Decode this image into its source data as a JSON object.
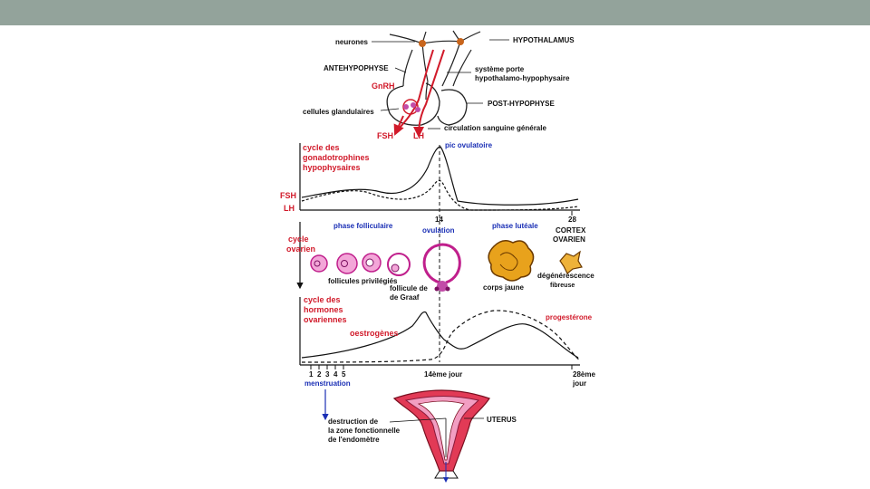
{
  "colors": {
    "top_bar": "#93a39b",
    "red": "#d11a2a",
    "blue": "#1a2fb5",
    "pink": "#e23aa0",
    "corps_jaune": "#e8a21c"
  },
  "hypothalamus_panel": {
    "neurones": "neurones",
    "hypothalamus": "HYPOTHALAMUS",
    "antehypophyse": "ANTEHYPOPHYSE",
    "systeme_porte_1": "système porte",
    "systeme_porte_2": "hypothalamo-hypophysaire",
    "gnrh": "GnRH",
    "post_hypophyse": "POST-HYPOPHYSE",
    "cellules_glandulaires": "cellules glandulaires",
    "circulation": "circulation sanguine générale",
    "fsh": "FSH",
    "lh": "LH"
  },
  "gonado_panel": {
    "title_1": "cycle des",
    "title_2": "gonadotrophines",
    "title_3": "hypophysaires",
    "pic": "pic ovulatoire",
    "fsh": "FSH",
    "lh": "LH",
    "day_14": "14",
    "day_28": "28"
  },
  "ovary_panel": {
    "cycle_1": "cycle",
    "cycle_2": "ovarien",
    "phase_folliculaire": "phase folliculaire",
    "ovulation": "ovulation",
    "phase_luteale": "phase lutéale",
    "cortex_1": "CORTEX",
    "cortex_2": "OVARIEN",
    "follicules": "follicules privilégiés",
    "graaf_1": "follicule de",
    "graaf_2": "de Graaf",
    "corps_jaune": "corps jaune",
    "degen_1": "dégénérescence",
    "degen_2": "fibreuse"
  },
  "hormone_panel": {
    "title_1": "cycle des",
    "title_2": "hormones",
    "title_3": "ovariennes",
    "oestrogenes": "oestrogènes",
    "progesterone": "progestérone",
    "day_ticks": [
      "1",
      "2",
      "3",
      "4",
      "5"
    ],
    "jour14": "14ème jour",
    "jour28_1": "28ème",
    "jour28_2": "jour",
    "menstruation": "menstruation"
  },
  "uterus_panel": {
    "destruction_1": "destruction de",
    "destruction_2": "la zone fonctionnelle",
    "destruction_3": "de l'endomètre",
    "uterus": "UTERUS"
  }
}
